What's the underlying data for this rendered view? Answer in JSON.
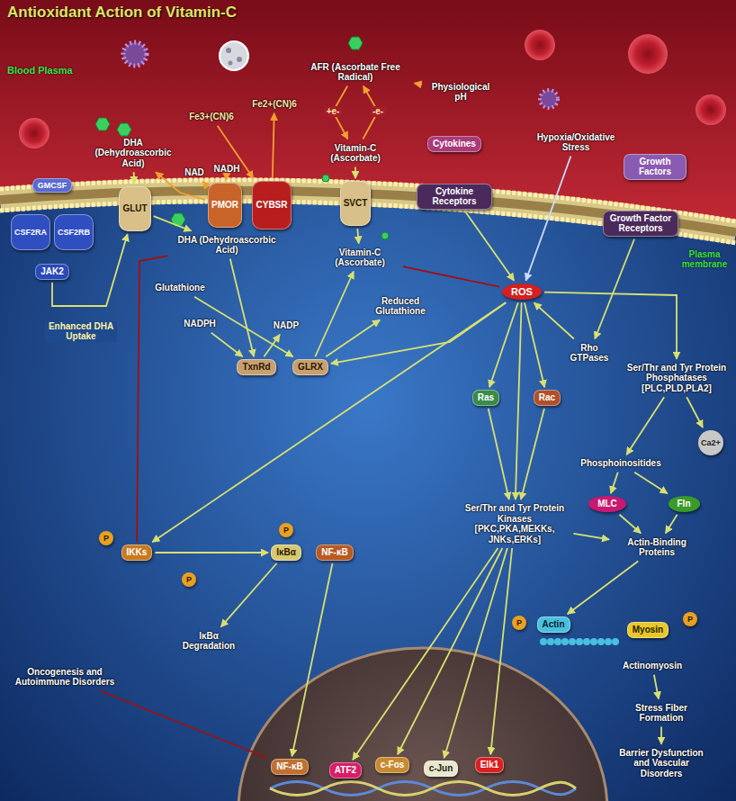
{
  "diagram": {
    "title": "Antioxidant Action of Vitamin-C",
    "nodes": [
      {
        "text": [
          "AFR (Ascorbate Free Radical)"
        ]
      },
      {
        "text": [
          "Physiological pH"
        ]
      },
      {
        "text": [
          "Fe3+(CN)6"
        ]
      },
      {
        "text": [
          "Fe2+(CN)6"
        ]
      },
      {
        "text": [
          "Vitamin-C (Ascorbate)"
        ]
      },
      {
        "text": [
          "DHA (Dehydroascorbic Acid)"
        ]
      },
      {
        "text": [
          "NAD"
        ]
      },
      {
        "text": [
          "NADH"
        ]
      },
      {
        "text": [
          "GMCSF"
        ]
      },
      {
        "text": [
          "CSF2RA"
        ]
      },
      {
        "text": [
          "CSF2RB"
        ]
      },
      {
        "text": [
          "GLUT"
        ]
      },
      {
        "text": [
          "PMOR"
        ]
      },
      {
        "text": [
          "CYBSR"
        ]
      },
      {
        "text": [
          "SVCT"
        ]
      },
      {
        "text": [
          "Cytokines"
        ]
      },
      {
        "text": [
          "Cytokine Receptors"
        ]
      },
      {
        "text": [
          "Hypoxia/Oxidative Stress"
        ]
      },
      {
        "text": [
          "Growth Factors"
        ]
      },
      {
        "text": [
          "Growth Factor Receptors"
        ]
      },
      {
        "text": [
          "JAK2"
        ]
      },
      {
        "text": [
          "DHA (Dehydroascorbic Acid)"
        ]
      },
      {
        "text": [
          "Vitamin-C (Ascorbate)"
        ]
      },
      {
        "text": [
          "Glutathione"
        ]
      },
      {
        "text": [
          "Reduced Glutathione"
        ]
      },
      {
        "text": [
          "NADPH"
        ]
      },
      {
        "text": [
          "NADP"
        ]
      },
      {
        "text": [
          "TxnRd"
        ]
      },
      {
        "text": [
          "GLRX"
        ]
      },
      {
        "text": [
          "ROS"
        ]
      },
      {
        "text": [
          "Rho GTPases"
        ]
      },
      {
        "text": [
          "Ras"
        ]
      },
      {
        "text": [
          "Rac"
        ]
      },
      {
        "text": [
          "Ser/Thr and Tyr Protein Phosphatases [PLC,PLD,PLA2]"
        ]
      },
      {
        "text": [
          "Ca2+"
        ]
      },
      {
        "text": [
          "Phosphoinositides"
        ]
      },
      {
        "text": [
          "MLC"
        ]
      },
      {
        "text": [
          "Fln"
        ]
      },
      {
        "text": [
          "Actin-Binding Proteins"
        ]
      },
      {
        "text": [
          "Ser/Thr and Tyr Protein Kinases [PKC,PKA,MEKKs, JNKs,ERKs]"
        ]
      },
      {
        "text": [
          "P"
        ]
      },
      {
        "text": [
          "IKKs"
        ]
      },
      {
        "text": [
          "P"
        ]
      },
      {
        "text": [
          "IκBα"
        ]
      },
      {
        "text": [
          "NF-κB"
        ]
      },
      {
        "text": [
          "P"
        ]
      },
      {
        "text": [
          "IκBα Degradation"
        ]
      },
      {
        "text": [
          "P"
        ]
      },
      {
        "text": [
          "Actin"
        ]
      },
      {
        "text": [
          "Myosin"
        ]
      },
      {
        "text": [
          "P"
        ]
      },
      {
        "text": [
          "Actinomyosin"
        ]
      },
      {
        "text": [
          "Stress Fiber Formation"
        ]
      },
      {
        "text": [
          "Barrier Dysfunction and Vascular Disorders"
        ]
      },
      {
        "text": [
          "Oncogenesis and Autoimmune Disorders"
        ]
      },
      {
        "text": [
          "NF-κB"
        ]
      },
      {
        "text": [
          "ATF2"
        ]
      },
      {
        "text": [
          "c-Fos"
        ]
      },
      {
        "text": [
          "c-Jun"
        ]
      },
      {
        "text": [
          "Elk1"
        ]
      }
    ],
    "edges": [
      {
        "from": 12,
        "to": 5,
        "arrow": "to"
      },
      {
        "from": 12,
        "to": 6,
        "arrow": "to"
      },
      {
        "from": 7,
        "to": 12,
        "arrow": "to"
      },
      {
        "from": 2,
        "to": 13,
        "arrow": "to"
      },
      {
        "from": 13,
        "to": 3,
        "arrow": "to"
      },
      {
        "from": 0,
        "to": 4,
        "label": "+e-",
        "arrow": "to"
      },
      {
        "from": 4,
        "to": 0,
        "label": "-e-",
        "arrow": "to"
      },
      {
        "from": 1,
        "to": 0,
        "arrow": "to"
      },
      {
        "from": 4,
        "to": 14,
        "arrow": "to"
      },
      {
        "from": 14,
        "to": 22,
        "arrow": "to"
      },
      {
        "from": 5,
        "to": 11,
        "arrow": "to"
      },
      {
        "from": 11,
        "to": 21,
        "arrow": "to"
      },
      {
        "from": 20,
        "to": 11,
        "label": "Enhanced DHA Uptake",
        "arrow": "to"
      },
      {
        "from": 21,
        "to": 27,
        "arrow": "to"
      },
      {
        "from": 23,
        "to": 28,
        "arrow": "to"
      },
      {
        "from": 25,
        "to": 27,
        "arrow": "to"
      },
      {
        "from": 27,
        "to": 26,
        "arrow": "to"
      },
      {
        "from": 28,
        "to": 24,
        "arrow": "to"
      },
      {
        "from": 28,
        "to": 22,
        "arrow": "to"
      },
      {
        "from": 22,
        "to": 29,
        "arrow": "none"
      },
      {
        "from": 21,
        "to": 41,
        "arrow": "none"
      },
      {
        "from": 16,
        "to": 29,
        "arrow": "to"
      },
      {
        "from": 17,
        "to": 29,
        "arrow": "to"
      },
      {
        "from": 19,
        "to": 30,
        "arrow": "to"
      },
      {
        "from": 30,
        "to": 29,
        "arrow": "to"
      },
      {
        "from": 29,
        "to": 31,
        "arrow": "to"
      },
      {
        "from": 29,
        "to": 32,
        "arrow": "to"
      },
      {
        "from": 29,
        "to": 33,
        "arrow": "to"
      },
      {
        "from": 29,
        "to": 28,
        "arrow": "to"
      },
      {
        "from": 29,
        "to": 41,
        "arrow": "to"
      },
      {
        "from": 29,
        "to": 39,
        "arrow": "to"
      },
      {
        "from": 31,
        "to": 39,
        "arrow": "to"
      },
      {
        "from": 32,
        "to": 39,
        "arrow": "to"
      },
      {
        "from": 33,
        "to": 34,
        "arrow": "to"
      },
      {
        "from": 33,
        "to": 35,
        "arrow": "to"
      },
      {
        "from": 35,
        "to": 36,
        "arrow": "to"
      },
      {
        "from": 35,
        "to": 37,
        "arrow": "to"
      },
      {
        "from": 36,
        "to": 38,
        "arrow": "to"
      },
      {
        "from": 37,
        "to": 38,
        "arrow": "to"
      },
      {
        "from": 39,
        "to": 38,
        "arrow": "to"
      },
      {
        "from": 38,
        "to": 48,
        "arrow": "to"
      },
      {
        "from": 41,
        "to": 43,
        "arrow": "to"
      },
      {
        "from": 43,
        "to": 46,
        "arrow": "to"
      },
      {
        "from": 44,
        "to": 55,
        "arrow": "to"
      },
      {
        "from": 39,
        "to": 56,
        "arrow": "to"
      },
      {
        "from": 39,
        "to": 57,
        "arrow": "to"
      },
      {
        "from": 39,
        "to": 58,
        "arrow": "to"
      },
      {
        "from": 39,
        "to": 59,
        "arrow": "to"
      },
      {
        "from": 51,
        "to": 52,
        "arrow": "to"
      },
      {
        "from": 52,
        "to": 53,
        "arrow": "to"
      },
      {
        "from": 54,
        "to": 55,
        "arrow": "none"
      }
    ],
    "labels": [
      "Blood Plasma",
      "Plasma membrane"
    ]
  }
}
